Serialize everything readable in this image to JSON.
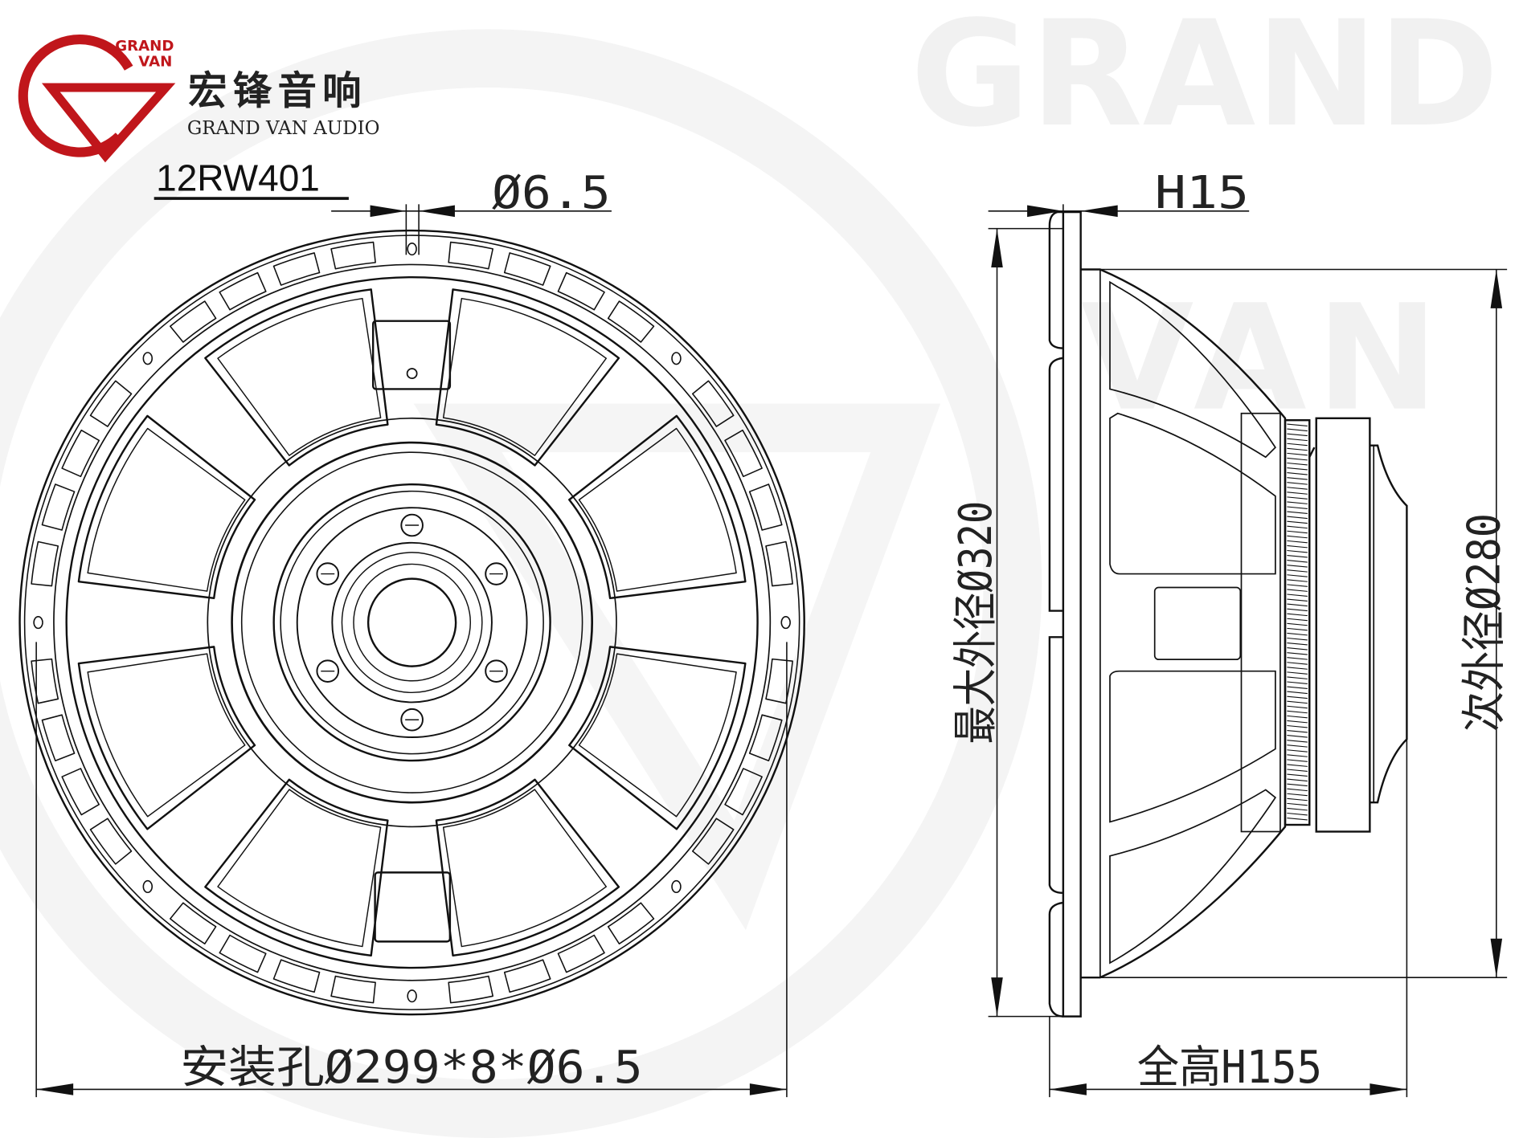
{
  "logo": {
    "brand_short_line1": "GRAND",
    "brand_short_line2": "VAN",
    "brand_cn": "宏锋音响",
    "brand_en": "GRAND VAN AUDIO",
    "color": "#c0161b"
  },
  "watermark": {
    "line1": "GRAND",
    "line2": "VAN"
  },
  "model": "12RW401",
  "front_view": {
    "hole_diameter_label": "Ø6.5",
    "mounting_label": "安装孔Ø299*8*Ø6.5"
  },
  "side_view": {
    "flange_thickness_label": "H15",
    "max_diameter_label": "最大外径Ø320",
    "secondary_diameter_label": "次外径Ø280",
    "total_height_label": "全高H155"
  }
}
